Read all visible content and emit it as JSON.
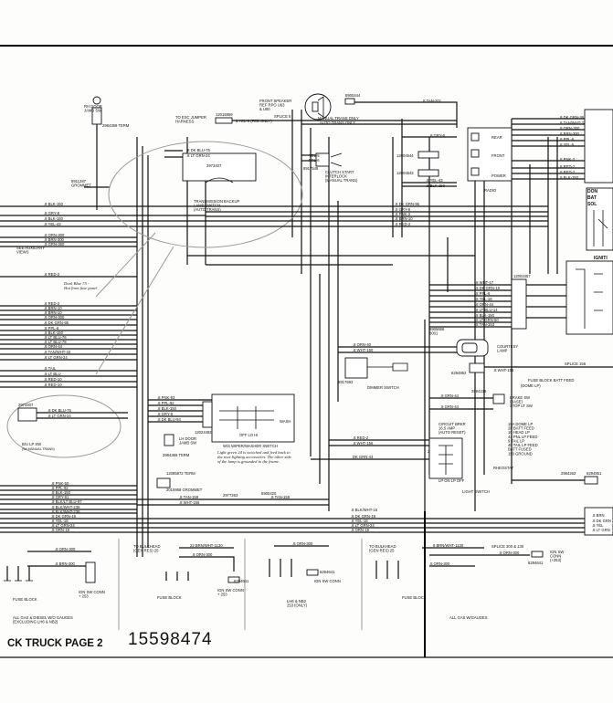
{
  "page": {
    "title": "CK TRUCK  PAGE 2",
    "drawing_number": "15598474"
  },
  "components": {
    "rh_door_jamb": "RH DOOR\nJAMB SW",
    "term_1": "2984369 TERM",
    "grommet_1": "8911287\nGROMMET",
    "esc_jumper": "TO ESC JUMPER\nHARNESS",
    "esc_part": "12015959",
    "esc_wire": "3 YEL-5 (FED ONLY)",
    "trans_backup": "TRANSMISSION BACKUP\nLAMP SWITCH\n(AUTO TRANS)",
    "trans_part": "2973407",
    "trans_w1": ".8 DK BLU-75",
    "trans_w2": ".8 LT GRN-24",
    "front_speaker": "FRONT SPEAKER\nREF RPO U63\n& U80",
    "splice5": "SPLICE 5",
    "manual_trans": "MANUAL TRANS ONLY",
    "auto_trans": "AUTO TRANS ONLY",
    "part_8900444": "8900444",
    "wire_tan20": ".8 TAN-201",
    "wire_gry8": ".8 GRY-8",
    "conn_12004544": "12004544",
    "conn_12004543": "12004543",
    "wire_yel43": ".8 YEL-43",
    "wire_blk150": ".8 BLK-150",
    "radio_rear": "REAR",
    "radio_front": "FRONT",
    "radio_power": "POWER",
    "radio": "RADIO",
    "clutch_start": "CLUTCH START\nINTERLOCK\n(MANUAL TRANS)",
    "part_8917548": "8917548",
    "wire_yel5": "YEL-5",
    "wire_ppl6": "PPL-6",
    "see_aux": "SEE AUXILIARY\nVIEWS",
    "dark_blue_note": "Dark Blue 75 -\nHot from fuse panel",
    "bu_lp_sw": "B/U LP SW",
    "bu_lp_sub": "(W/ MANUAL TRANS)",
    "bu_w1": ".8 DK BLU-75",
    "bu_w2": ".8 LT GRN-24",
    "lh_door_jamb": "LH DOOR\nJAMB SW",
    "wiper_switch": "W/S WIPER/WASHER SWITCH",
    "wiper_note": "Light green 24 is switched and feed back to\nthe rear lighting accessories. The other side\nof the lamp is grounded to the frame.",
    "wiper_part": "12024492",
    "wiper_labels": "OFF  LO  HI",
    "wiper_wash": "WASH",
    "grommet_2": "2015958  GROMMET",
    "term_2": "2984369 TERM",
    "term_3": "12085872 TERM",
    "part_2977263": "2977263",
    "part_8900420": "8900420",
    "courtesy_lamp": "COURTESY\nLAMP",
    "part_8905666": "8905666\n8001",
    "part_8917693": "8917693",
    "dimmer_switch": "DIMMER SWITCH",
    "part_6294852": "6294852",
    "brake_sw": "BRAKE SW\n(BASE)\nSTOP LT SW",
    "part_2984239": "2984239",
    "fuse_block_batt": "FUSE BLOCK BATT FEED",
    "dome_lp": "(DOME LP)",
    "splice_56": "SPLICE 156",
    "circuit_brkr": "CIRCUIT BRKR\n16.5 AMP\n(AUTO RESET)",
    "part_2977648": "2977648",
    "fuse_block_labels": "15A DOME LP\n2F BATT FEED\n10 HEAD LP\n44 PNL LP FEED\n9 TAIL LP\n40 TAIL LP FEED\nBATT FUSED\n150 GROUND",
    "rheostat": "RHEOSTAT",
    "lp_on_off": "LP ON  LP OFF",
    "light_switch": "LIGHT SWITCH",
    "part_2984262": "2984262",
    "part_6294851": "6294851",
    "part_12004457": "12004457",
    "ign_don": "DON",
    "ign_bat": "BAT",
    "ign_sol": "SOL",
    "ign_ignit": "IGNITI",
    "bottom_fuse_1": "FUSE BLOCK",
    "bottom_ign_1": "IGN SW CONN\n+ 253",
    "bottom_desc_1": "ALL GAS & DIESEL W/O GAUGES\n(EXCLUDING LH6 & NB2)",
    "bulkhead_1": "TO BULKHEAD\n(GEN RES) 25",
    "bulkhead_1w": "22 BRN/WHT-1130",
    "bottom_fuse_2": "FUSE BLOCK",
    "bottom_ign_2": "IGN SW CONN\n+ 253",
    "part_6294641a": "6294641",
    "bottom_desc_2": "",
    "bottom_ign_3": "IGN SW CONN",
    "part_6294641b": "6294641",
    "bottom_desc_3": "LH6 & NB2\n253 (ONLY)",
    "bulkhead_2": "TO BULKHEAD\n(GEN RES) 25",
    "bulkhead_2w": "8 BRN/WHT-1130",
    "splice_300": "SPLICE 300 & 130",
    "ign_sw_253": "IGN SW\nCONN\n(+253)",
    "part_6294641c": "6294641",
    "bottom_fuse_3": "FUSE BLOCK",
    "bottom_desc_4": "ALL GAS W/GAUGES"
  },
  "wire_labels": {
    "left_top": [
      ".8 BLK-150",
      ".8 GRY-8",
      ".8 BLK-150",
      ".8 YEL-43",
      ".8 ORN-300",
      ".8 BRN-300",
      ".8 GRN-360"
    ],
    "left_mid": [
      ".8 RED-2",
      ".8 RED-2",
      ".8 BRN-10",
      ".8 BRN-10",
      ".8 ORN-300",
      ".8 DK GRN-95",
      ".8 PPL-6",
      ".8 BLK-150",
      ".8 LT BLU-76",
      ".8 LT BLU-78",
      ".8 ORN-44",
      ".8 TAN/WHT-33",
      ".8 LT GRN-24"
    ],
    "left_low": [
      ".8 TAIL",
      ".8 LT BLU",
      ".8 RED-10",
      ".8 RED-10"
    ],
    "wiper_in": [
      ".8 PNK-93",
      ".8 PPL-92",
      ".8 BLK-150",
      ".8 GRY-8",
      ".8 DK BLU-94"
    ],
    "bottom_left": [
      ".8 PNK-50",
      ".8 PPL-92",
      ".8 BLK-150",
      ".8 GRY-91",
      ".8 BLK/LT BLU-97",
      ".8 BLK/WHT-238",
      ".8 BLK/WHT-238",
      ".8 DK GRN-19",
      ".8 YEL-18",
      ".8 LT GRN-24",
      ".8 ORN-19"
    ],
    "bottom_right": [
      ".8 BLK/WHT-15",
      ".8 DK GRN-19",
      ".8 YEL-18",
      ".8 LT GRN-24",
      ".8 ORN-19"
    ],
    "mid_right": [
      ".8 WHT-17",
      ".8 DK GRN-19",
      ".8 PPL-6",
      ".8 YEL-18",
      ".8 ORN-44",
      ".8 LT BLU-14",
      ".8 BLK-150",
      ".8 LT GRN-50",
      ".8 TAN-153"
    ],
    "dimmer": [
      ".8 ORN-40",
      ".8 WHT-150",
      ".8 WHT-156",
      ".8 GRN-44"
    ],
    "right_top": [
      ".8 DK GRN-36",
      ".8 TAN/WHT-33",
      ".8 ORN-300",
      ".8 BRN-300",
      ".8 PPL-6",
      ".8 YEL-5",
      ".8 PNK-3",
      ".8 RED-2",
      ".8 RED-2",
      ".8 BLK-150"
    ],
    "fwd_wires": [
      ".8 DK GRN-95",
      ".8 GRY-8",
      ".8 PNK-3",
      ".8 BRN-10",
      ".8 RED-2"
    ],
    "lower_mid": [
      ".8 TAN-159",
      ".8 WHT-156",
      ".8 TAN-159"
    ],
    "light_sw": [
      ".8 RED-2",
      ".8 WHT-156",
      "DK GRN-44",
      ".8 WHT-17",
      ".8 GRN-44"
    ],
    "right_edge": [
      ".8 BRN",
      ".8 DK GRN",
      ".8 YEL",
      ".8 LT GRN",
      ".8 ORN"
    ],
    "bottom_ornbrn": [
      ".8 ORN-300",
      ".8 ORN-300",
      ".8 ORN-300",
      ".8 ORN-300",
      ".8 ORN-300",
      ".8 BRN-300"
    ]
  },
  "colors": {
    "ink": "#111111",
    "annotation": "#9a9a9a",
    "paper": "#fdfdfb"
  }
}
